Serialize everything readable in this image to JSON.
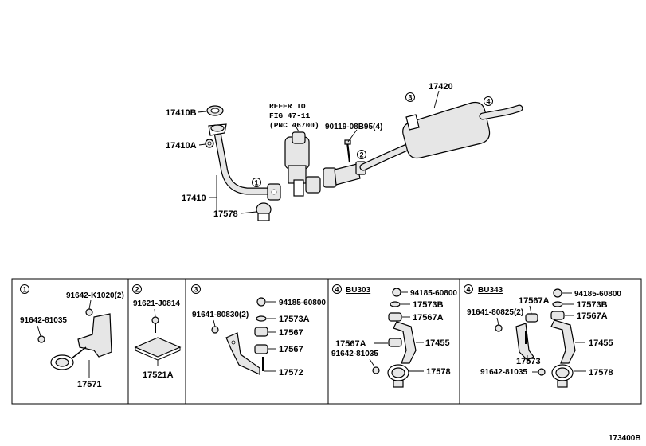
{
  "main": {
    "labels": {
      "p17410B": "17410B",
      "p17410A": "17410A",
      "p17410": "17410",
      "p17578": "17578",
      "p17420": "17420",
      "bolt": "90119-08B95(4)"
    },
    "refer": {
      "line1": "REFER TO",
      "line2": "FIG 47-11",
      "line3": "(PNC 46700)"
    },
    "callouts": [
      "1",
      "2",
      "3",
      "4"
    ]
  },
  "panels": {
    "p1": {
      "num": "1",
      "a": "91642-K1020(2)",
      "b": "91642-81035",
      "c": "17571"
    },
    "p2": {
      "num": "2",
      "a": "91621-J0814",
      "b": "17521A"
    },
    "p3": {
      "num": "3",
      "a": "91641-80830(2)",
      "b": "94185-60800",
      "c": "17573A",
      "d": "17567",
      "e": "17567",
      "f": "17572"
    },
    "p4a": {
      "num": "4",
      "model": "BU303",
      "a": "94185-60800",
      "b": "17573B",
      "c": "17567A",
      "d": "17567A",
      "e": "17455",
      "f": "91642-81035",
      "g": "17578"
    },
    "p4b": {
      "num": "4",
      "model": "BU343",
      "a": "17567A",
      "b": "94185-60800",
      "c": "91641-80825(2)",
      "d": "17573B",
      "e": "17567A",
      "f": "17455",
      "g": "17573",
      "h": "91642-81035",
      "i": "17578"
    }
  },
  "figure_id": "173400B"
}
